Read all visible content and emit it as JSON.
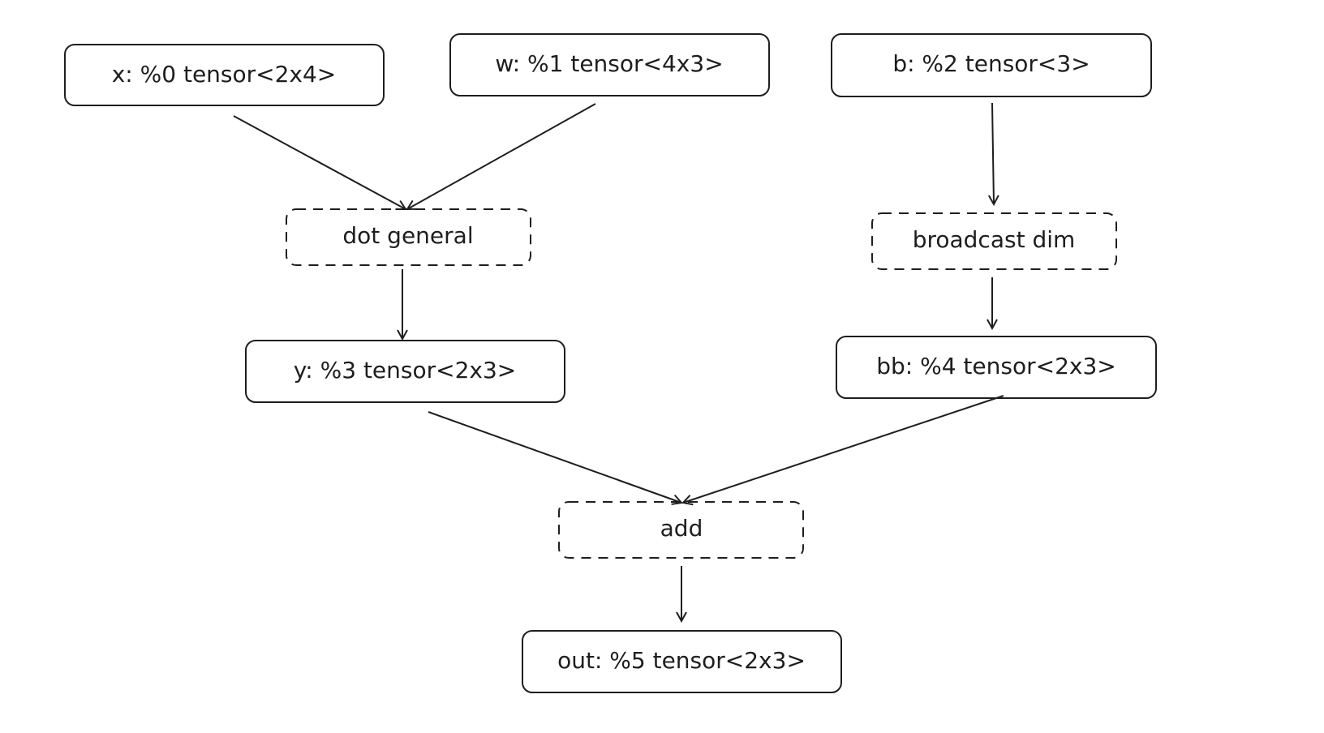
{
  "nodes": {
    "x": "x: %0 tensor<2x4>",
    "w": "w: %1 tensor<4x3>",
    "b": "b: %2 tensor<3>",
    "dot": "dot general",
    "broadcast": "broadcast dim",
    "y": "y: %3 tensor<2x3>",
    "bb": "bb: %4 tensor<2x3>",
    "add": "add",
    "out": "out: %5 tensor<2x3>"
  },
  "edges": [
    {
      "from": "x",
      "to": "dot"
    },
    {
      "from": "w",
      "to": "dot"
    },
    {
      "from": "b",
      "to": "broadcast"
    },
    {
      "from": "dot",
      "to": "y"
    },
    {
      "from": "broadcast",
      "to": "bb"
    },
    {
      "from": "y",
      "to": "add"
    },
    {
      "from": "bb",
      "to": "add"
    },
    {
      "from": "add",
      "to": "out"
    }
  ],
  "colors": {
    "stroke": "#1e1e1e",
    "background": "#ffffff"
  }
}
